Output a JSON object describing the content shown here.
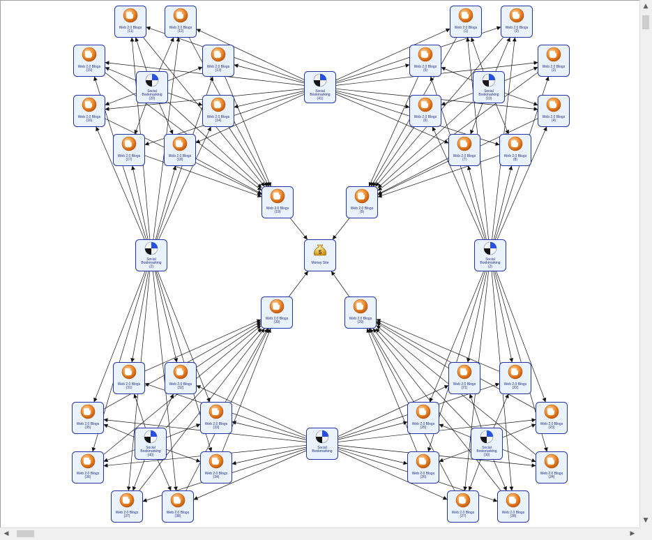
{
  "labels": {
    "blog": "Web 2.0 Blogs",
    "social": "Social",
    "bookmarking": "Bookmarking",
    "money": "Money Site"
  },
  "nodes": [
    {
      "id": "money",
      "type": "money",
      "label": "Money Site"
    },
    {
      "id": "TL_hub",
      "type": "social",
      "num": "(41)"
    },
    {
      "id": "TL_sub",
      "type": "social",
      "num": "(20)"
    },
    {
      "id": "TL_side",
      "type": "social",
      "num": "(2)"
    },
    {
      "id": "TL_t1",
      "type": "blog",
      "num": "(19)"
    },
    {
      "id": "TL_b11",
      "type": "blog",
      "num": "(11)"
    },
    {
      "id": "TL_b12",
      "type": "blog",
      "num": "(12)"
    },
    {
      "id": "TL_b15",
      "type": "blog",
      "num": "(15)"
    },
    {
      "id": "TL_b13",
      "type": "blog",
      "num": "(13)"
    },
    {
      "id": "TL_b16",
      "type": "blog",
      "num": "(16)"
    },
    {
      "id": "TL_b14",
      "type": "blog",
      "num": "(14)"
    },
    {
      "id": "TL_b17",
      "type": "blog",
      "num": "(17)"
    },
    {
      "id": "TL_b18",
      "type": "blog",
      "num": "(18)"
    },
    {
      "id": "TR_sub",
      "type": "social",
      "num": "(10)"
    },
    {
      "id": "TR_side",
      "type": "social",
      "num": "(2)"
    },
    {
      "id": "TR_t1",
      "type": "blog",
      "num": "(9)"
    },
    {
      "id": "TR_b1",
      "type": "blog",
      "num": "(1)"
    },
    {
      "id": "TR_b2",
      "type": "blog",
      "num": "(2)"
    },
    {
      "id": "TR_b5",
      "type": "blog",
      "num": "(5)"
    },
    {
      "id": "TR_b2b",
      "type": "blog",
      "num": "(2)"
    },
    {
      "id": "TR_b6",
      "type": "blog",
      "num": "(6)"
    },
    {
      "id": "TR_b4",
      "type": "blog",
      "num": "(4)"
    },
    {
      "id": "TR_b7",
      "type": "blog",
      "num": "(7)"
    },
    {
      "id": "TR_b8",
      "type": "blog",
      "num": "(8)"
    },
    {
      "id": "B_hub",
      "type": "social",
      "num": ""
    },
    {
      "id": "BL_sub",
      "type": "social",
      "num": "(40)"
    },
    {
      "id": "BL_t1",
      "type": "blog",
      "num": "(39)"
    },
    {
      "id": "BL_b31",
      "type": "blog",
      "num": "(31)"
    },
    {
      "id": "BL_b32",
      "type": "blog",
      "num": "(32)"
    },
    {
      "id": "BL_b35",
      "type": "blog",
      "num": "(35)"
    },
    {
      "id": "BL_b33",
      "type": "blog",
      "num": "(33)"
    },
    {
      "id": "BL_b36",
      "type": "blog",
      "num": "(36)"
    },
    {
      "id": "BL_b34",
      "type": "blog",
      "num": "(34)"
    },
    {
      "id": "BL_b37",
      "type": "blog",
      "num": "(37)"
    },
    {
      "id": "BL_b38",
      "type": "blog",
      "num": "(38)"
    },
    {
      "id": "BR_sub",
      "type": "social",
      "num": "(30)"
    },
    {
      "id": "BR_t1",
      "type": "blog",
      "num": "(29)"
    },
    {
      "id": "BR_b21",
      "type": "blog",
      "num": "(21)"
    },
    {
      "id": "BR_b22",
      "type": "blog",
      "num": "(22)"
    },
    {
      "id": "BR_b25",
      "type": "blog",
      "num": "(25)"
    },
    {
      "id": "BR_b23",
      "type": "blog",
      "num": "(23)"
    },
    {
      "id": "BR_b26",
      "type": "blog",
      "num": "(26)"
    },
    {
      "id": "BR_b24",
      "type": "blog",
      "num": "(24)"
    },
    {
      "id": "BR_b27",
      "type": "blog",
      "num": "(27)"
    },
    {
      "id": "BR_b28",
      "type": "blog",
      "num": "(28)"
    }
  ],
  "edges": [
    [
      "TL_t1",
      "money"
    ],
    [
      "TR_t1",
      "money"
    ],
    [
      "BL_t1",
      "money"
    ],
    [
      "BR_t1",
      "money"
    ]
  ],
  "colors": {
    "frame": "#2233aa",
    "fill": "#eaf3fb",
    "icon": "#f08a2a",
    "text": "#1a2a88",
    "edge": "#111111"
  },
  "icons": {
    "blog": "blogger-icon",
    "social": "pie-chart-icon",
    "money": "money-bag-icon"
  }
}
